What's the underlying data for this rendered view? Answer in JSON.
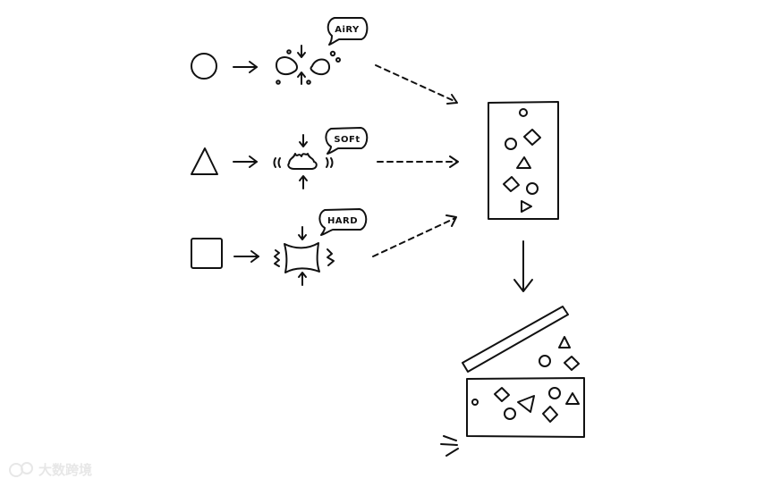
{
  "diagram": {
    "bubbles": {
      "airy": "AiRY",
      "soft": "SOFt",
      "hard": "HARD"
    },
    "watermark": {
      "text": "大数跨境"
    },
    "colors": {
      "ink": "#111111",
      "background": "#ffffff",
      "watermark": "#e7e7e7"
    },
    "icons": [
      "circle-shape-icon",
      "triangle-shape-icon",
      "square-shape-icon",
      "arrow-right-icon",
      "arrow-down-icon",
      "airy-squeeze-icon",
      "soft-squeeze-icon",
      "hard-squeeze-icon",
      "container-icon",
      "open-box-icon"
    ]
  }
}
